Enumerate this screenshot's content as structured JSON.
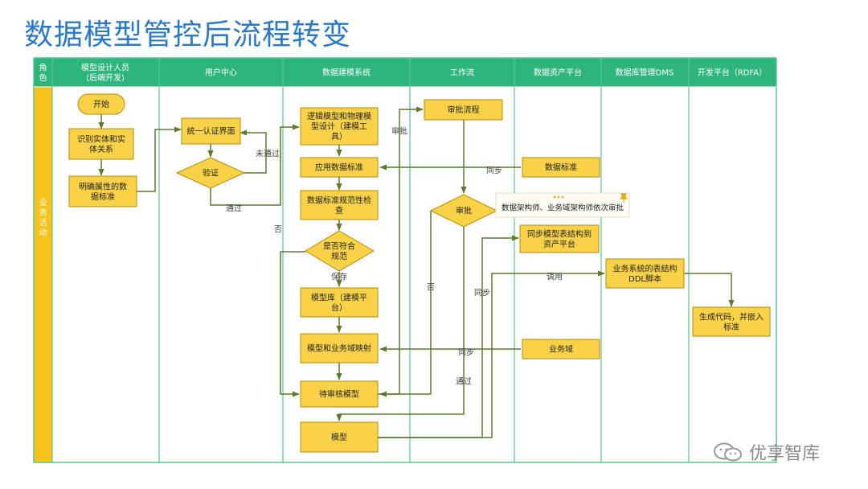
{
  "title": "数据模型管控后流程转变",
  "colors": {
    "header_fill": "#2eb57c",
    "lane_label_fill": "#f7c21a",
    "box_fill": "#f9d247",
    "box_stroke": "#b58b0f",
    "line": "#5c7a2c",
    "grid": "#5fc391",
    "title": "#2a79c8"
  },
  "header": {
    "role_label": "角\n色",
    "columns": [
      "模型设计人员\n(后端开发)",
      "用户中心",
      "数据建模系统",
      "工作流",
      "数据资产平台",
      "数据库管理DMS",
      "开发平台（RDFA）"
    ]
  },
  "lane_label": "业\n务\n活\n动",
  "nodes": {
    "start": "开始",
    "identify": "识别实体和实\n体关系",
    "attrs": "明确属性的数\n据标准",
    "auth_ui": "统一认证界面",
    "verify": "验证",
    "logic_model": "逻辑模型和物理模\n型设计（建模工\n具）",
    "apply_std": "应用数据标准",
    "check": "数据标准规范性检\n查",
    "comply": "是否符合\n规范",
    "model_lib": "模型库（建模平\n台）",
    "mapping": "模型和业务域映射",
    "pending": "待审核模型",
    "model": "模型",
    "approve_flow": "审批流程",
    "approve": "审批",
    "data_std": "数据标准",
    "sync_model": "同步模型表结构到\n资产平台",
    "biz_domain": "业务域",
    "ddl": "业务系统的表结构\nDDL脚本",
    "gen_code": "生成代码，并嵌入\n标准"
  },
  "note": "数据架构师、业务域架构师依次审批",
  "edge_labels": {
    "not_passed": "未通过",
    "passed": "通过",
    "no_left": "否",
    "approve": "审批",
    "save": "保存",
    "sync1": "同步",
    "sync2": "同步",
    "sync3": "同步",
    "no_mid": "否",
    "passed2": "通过",
    "call": "调用"
  },
  "watermark": "优享智库"
}
